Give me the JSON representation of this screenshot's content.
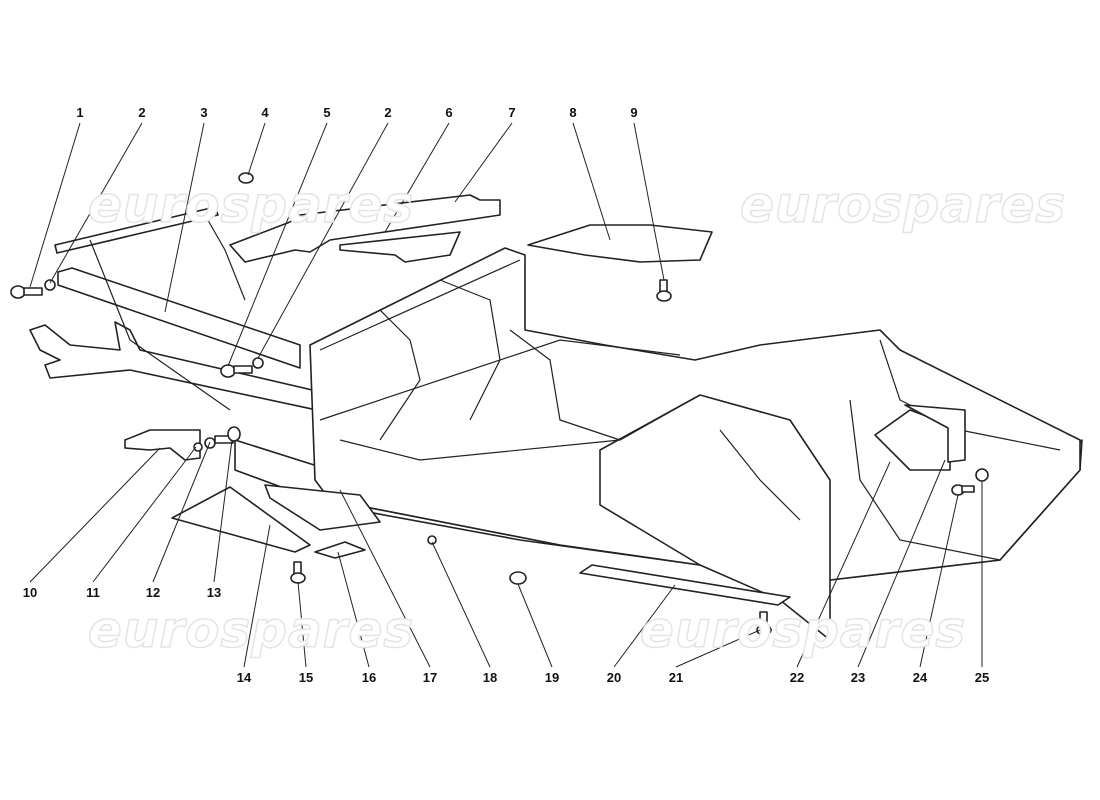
{
  "watermark": "eurospares",
  "callouts": [
    "1",
    "2",
    "3",
    "4",
    "5",
    "2",
    "6",
    "7",
    "8",
    "9",
    "10",
    "11",
    "12",
    "13",
    "14",
    "15",
    "16",
    "17",
    "18",
    "19",
    "20",
    "21",
    "22",
    "23",
    "24",
    "25"
  ]
}
